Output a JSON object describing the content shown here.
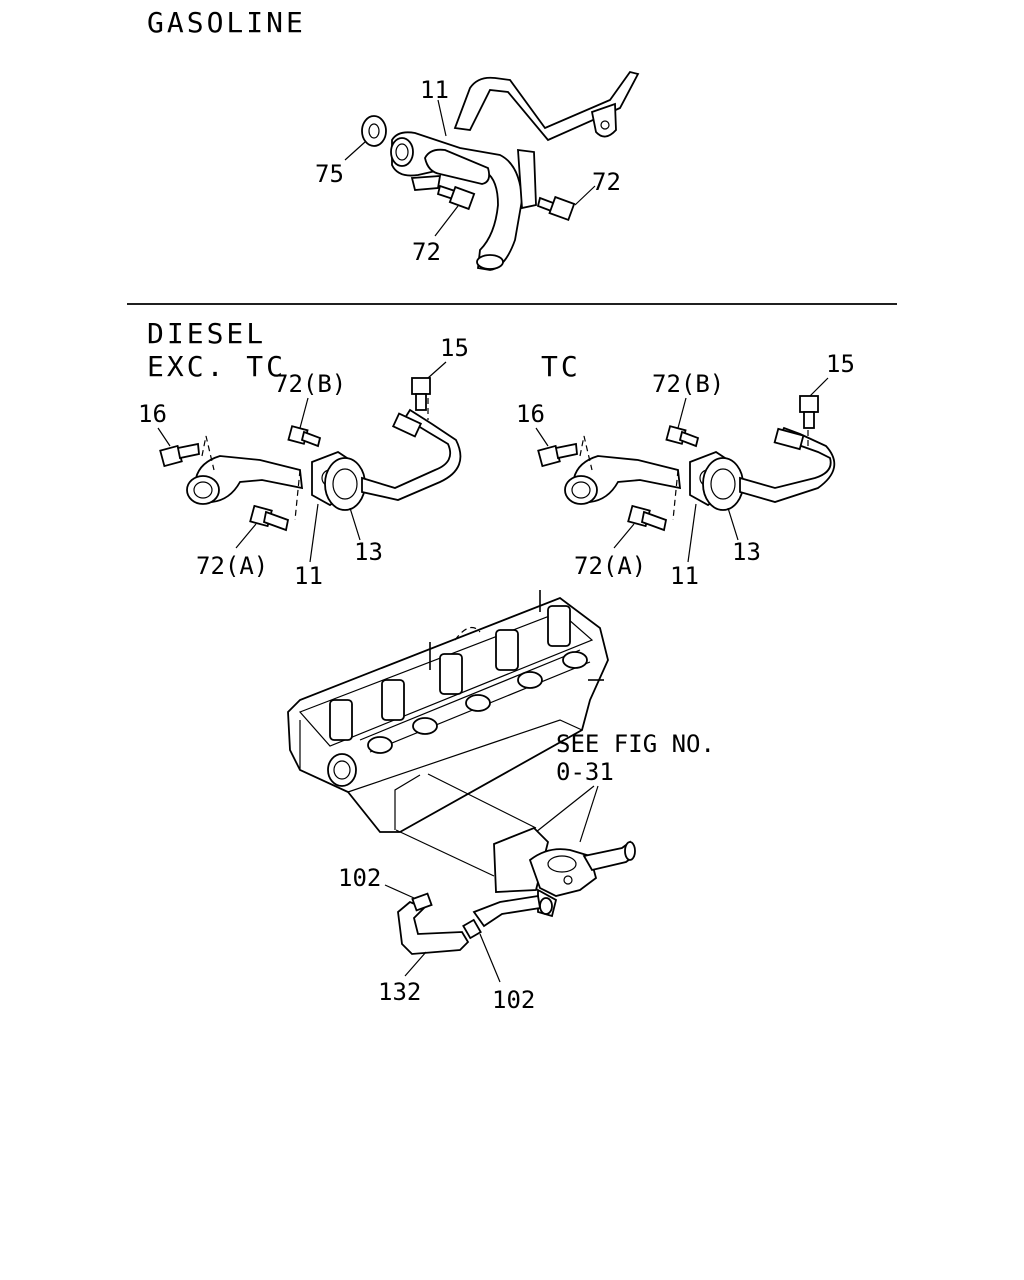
{
  "sections": {
    "gasoline": "GASOLINE",
    "diesel_line1": "DIESEL",
    "diesel_line2": "EXC. TC",
    "tc": "TC"
  },
  "reference": {
    "line1": "SEE FIG NO.",
    "line2": "0-31"
  },
  "callouts": {
    "g_11": "11",
    "g_75": "75",
    "g_72a": "72",
    "g_72b": "72",
    "d_16": "16",
    "d_72b": "72(B)",
    "d_15": "15",
    "d_72a": "72(A)",
    "d_11": "11",
    "d_13": "13",
    "t_16": "16",
    "t_72b": "72(B)",
    "t_15": "15",
    "t_72a": "72(A)",
    "t_11": "11",
    "t_13": "13",
    "h_102a": "102",
    "h_132": "132",
    "h_102b": "102"
  }
}
